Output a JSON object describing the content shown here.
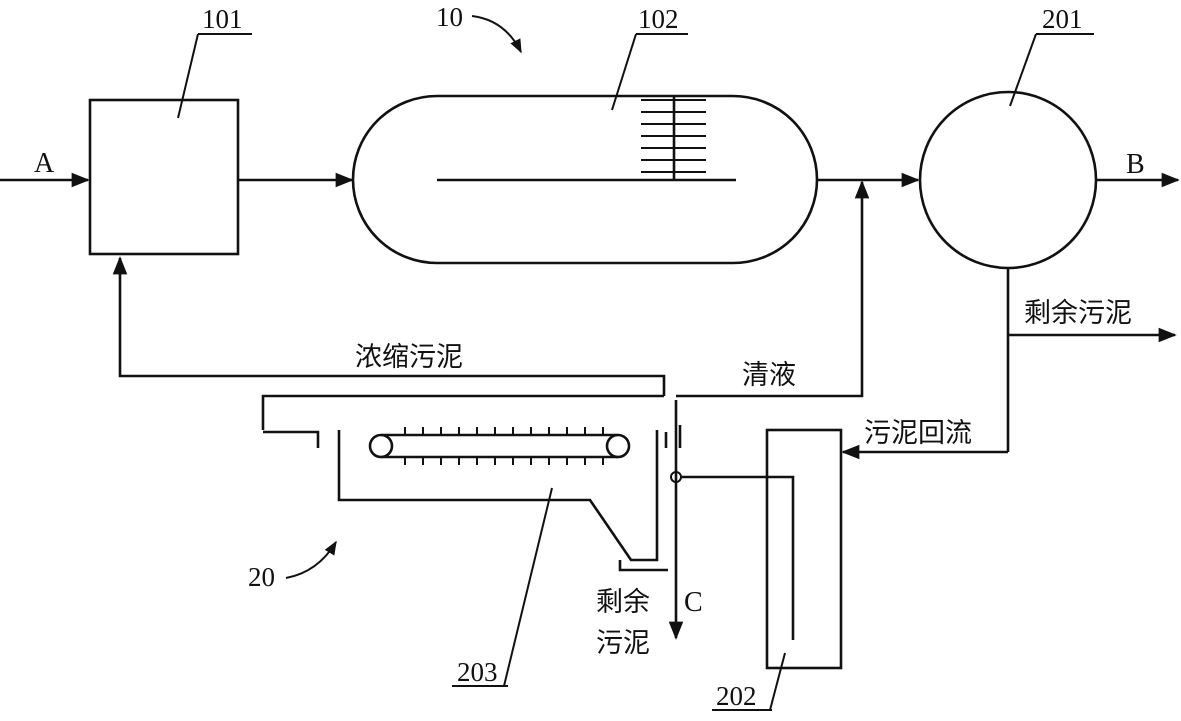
{
  "labels": {
    "system_10": "10",
    "system_20": "20",
    "unit_101": "101",
    "unit_102": "102",
    "unit_201": "201",
    "unit_202": "202",
    "unit_203": "203",
    "inlet": "A",
    "outlet": "B",
    "sludge_outlet": "C"
  },
  "flows": {
    "excess_sludge_top_1": "剩余污泥",
    "thickened_sludge": "浓缩污泥",
    "clear_liquid": "清液",
    "sludge_return": "污泥回流",
    "excess_sludge_bottom_1": "剩余",
    "excess_sludge_bottom_2": "污泥"
  },
  "colors": {
    "ink": "#111111",
    "background": "#ffffff"
  }
}
